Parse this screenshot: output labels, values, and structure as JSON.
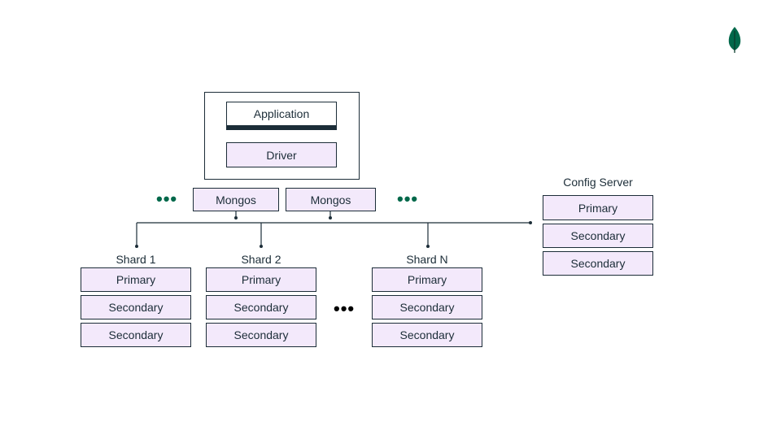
{
  "app_stack": {
    "application_label": "Application",
    "driver_label": "Driver"
  },
  "routers": {
    "mongos_1": "Mongos",
    "mongos_2": "Mongos",
    "left_ellipsis": "•••",
    "right_ellipsis": "•••"
  },
  "config_server": {
    "title": "Config Server",
    "members": [
      "Primary",
      "Secondary",
      "Secondary"
    ]
  },
  "shards": [
    {
      "title": "Shard 1",
      "members": [
        "Primary",
        "Secondary",
        "Secondary"
      ]
    },
    {
      "title": "Shard 2",
      "members": [
        "Primary",
        "Secondary",
        "Secondary"
      ]
    },
    {
      "title": "Shard N",
      "members": [
        "Primary",
        "Secondary",
        "Secondary"
      ]
    }
  ],
  "shard_ellipsis": "•••",
  "colors": {
    "box_fill": "#f3e9fb",
    "stroke": "#1c2d38",
    "accent_dots": "#00684a",
    "logo_green": "#00684a"
  },
  "logo_icon": "leaf-icon"
}
